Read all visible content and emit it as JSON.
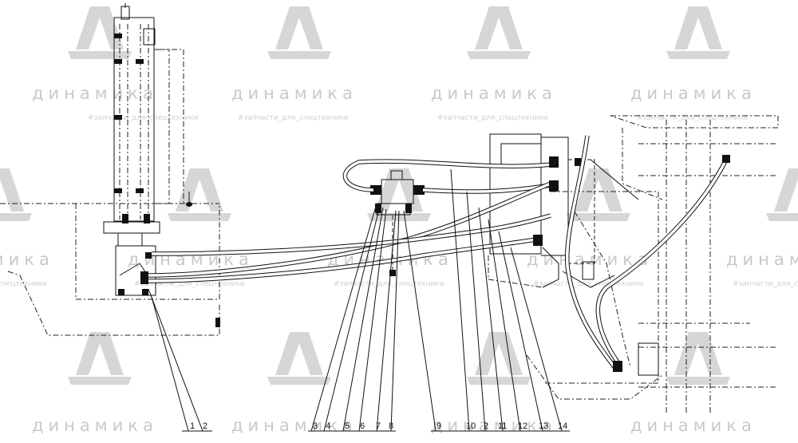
{
  "watermark": {
    "brand": "динамика",
    "tagline": "#запчасти_для_спецтехники"
  },
  "callouts": [
    {
      "id": "1",
      "label": "1"
    },
    {
      "id": "2a",
      "label": "2"
    },
    {
      "id": "3",
      "label": "3"
    },
    {
      "id": "4",
      "label": "4"
    },
    {
      "id": "5",
      "label": "5"
    },
    {
      "id": "6",
      "label": "6"
    },
    {
      "id": "7",
      "label": "7"
    },
    {
      "id": "8",
      "label": "8"
    },
    {
      "id": "9",
      "label": "9"
    },
    {
      "id": "10",
      "label": "10"
    },
    {
      "id": "2b",
      "label": "2"
    },
    {
      "id": "11",
      "label": "11"
    },
    {
      "id": "12",
      "label": "12"
    },
    {
      "id": "13",
      "label": "13"
    },
    {
      "id": "14",
      "label": "14"
    }
  ]
}
